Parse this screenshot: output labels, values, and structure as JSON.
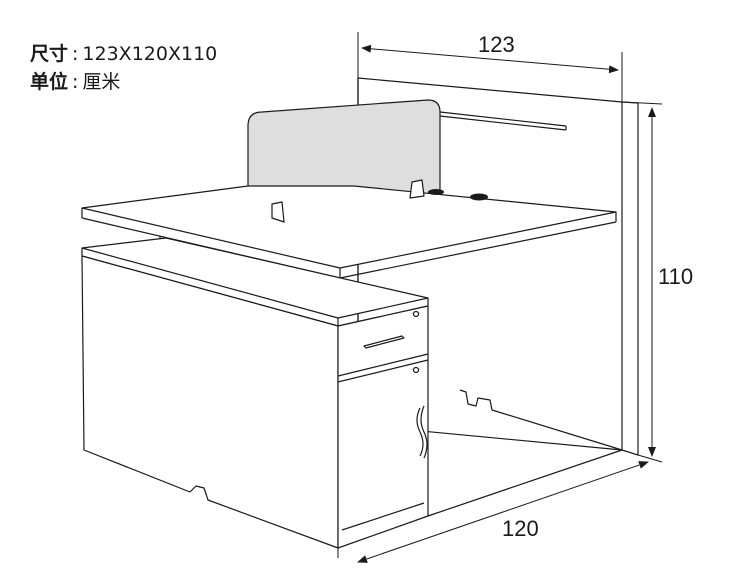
{
  "spec": {
    "size_label": "尺寸",
    "size_value": "123X120X110",
    "unit_label": "单位",
    "unit_value": "厘米",
    "separator": ":"
  },
  "dimensions": {
    "width": "123",
    "height": "110",
    "depth": "120"
  }
}
